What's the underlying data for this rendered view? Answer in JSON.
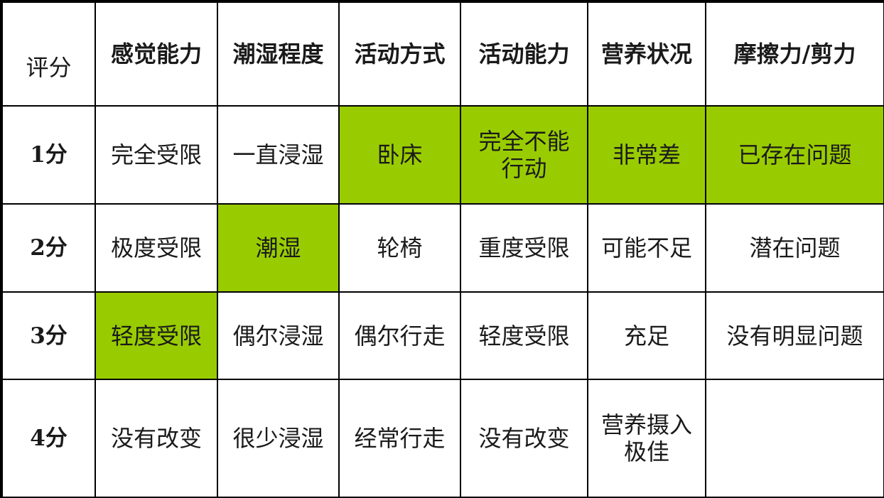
{
  "header": {
    "score_label": "评分",
    "columns": [
      "感觉能力",
      "潮湿程度",
      "活动方式",
      "活动能力",
      "营养状况",
      "摩擦力/剪力"
    ]
  },
  "rows": [
    {
      "score": "1分",
      "cells": [
        "完全受限",
        "一直浸湿",
        "卧床",
        "完全不能\n行动",
        "非常差",
        "已存在问题"
      ],
      "highlighted": [
        false,
        false,
        true,
        true,
        true,
        true
      ]
    },
    {
      "score": "2分",
      "cells": [
        "极度受限",
        "潮湿",
        "轮椅",
        "重度受限",
        "可能不足",
        "潜在问题"
      ],
      "highlighted": [
        false,
        true,
        false,
        false,
        false,
        false
      ]
    },
    {
      "score": "3分",
      "cells": [
        "轻度受限",
        "偶尔浸湿",
        "偶尔行走",
        "轻度受限",
        "充足",
        "没有明显问题"
      ],
      "highlighted": [
        true,
        false,
        false,
        false,
        false,
        false
      ]
    },
    {
      "score": "4分",
      "cells": [
        "没有改变",
        "很少浸湿",
        "经常行走",
        "没有改变",
        "营养摄入\n极佳",
        ""
      ],
      "highlighted": [
        false,
        false,
        false,
        false,
        false,
        false
      ]
    }
  ],
  "colors": {
    "highlight": "#99cc00",
    "border": "#000000",
    "background": "#ffffff"
  }
}
